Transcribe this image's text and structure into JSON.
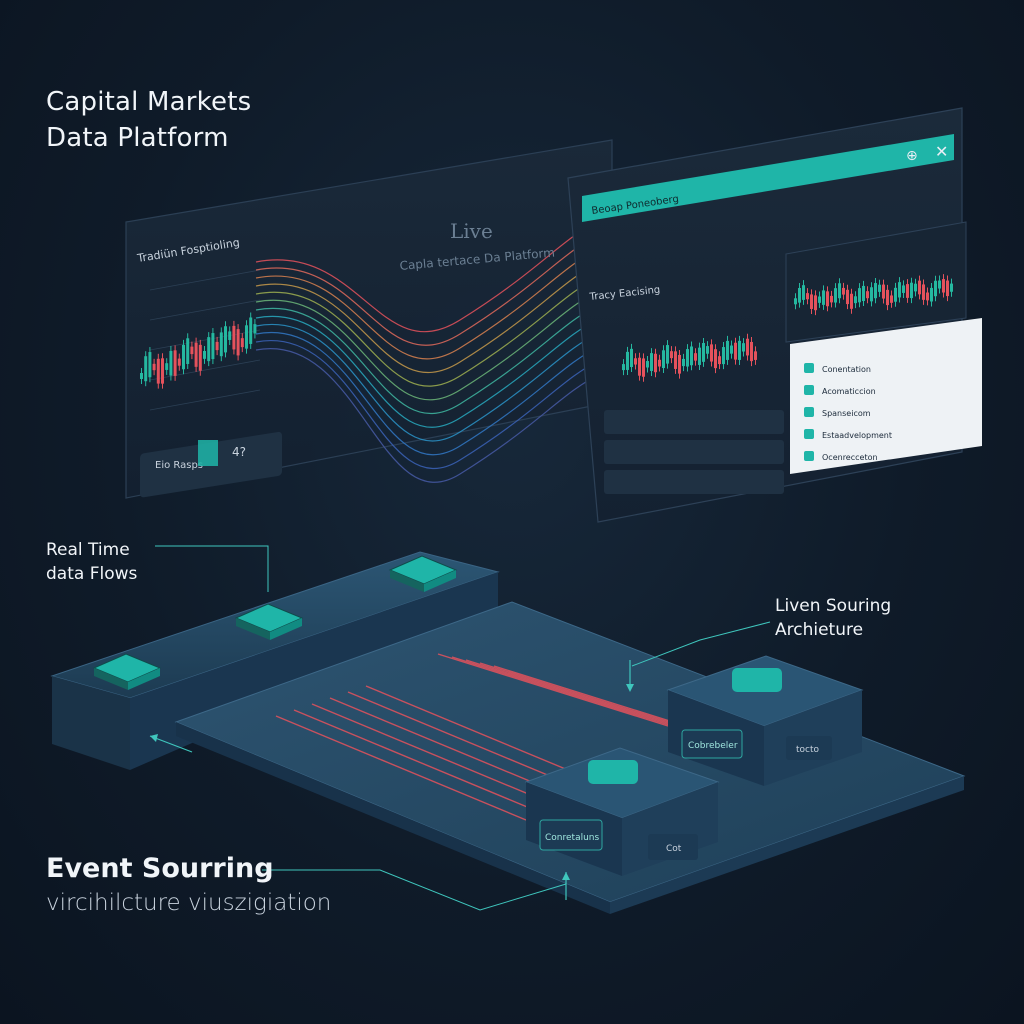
{
  "title_line1": "Capital Markets",
  "title_line2": "Data Platform",
  "left_panel": {
    "chart_title": "Tradiün Fosptioling",
    "footer_button": "Eio Rasps",
    "footer_icon_label": "4?"
  },
  "center_overlay": {
    "word": "Live",
    "subtitle": "Capla tertace Da Platform"
  },
  "right_panel": {
    "header_label": "Beoap Poneoberg",
    "trading_title": "Tracy Eacising",
    "list_items": [
      "Conentation",
      "Acomaticcion",
      "Spanseicom",
      "Estaadvelopment",
      "Ocenrecceton"
    ]
  },
  "callouts": {
    "realtime_line1": "Real Time",
    "realtime_line2": "data Flows",
    "liven_line1": "Liven Souring",
    "liven_line2": "Archieture",
    "event_heading": "Event Sourring",
    "event_sub": "vircihilcture viuszigiation"
  },
  "board": {
    "rail_labels_right": [
      "Cobrebeler",
      "tocto"
    ],
    "rail_labels_front": [
      "Conretaluns",
      "Cot"
    ]
  },
  "colors": {
    "accent_teal": "#1fb5a8",
    "candle_up": "#25b8a0",
    "candle_down": "#e5525c",
    "background": "#0f1b29"
  }
}
